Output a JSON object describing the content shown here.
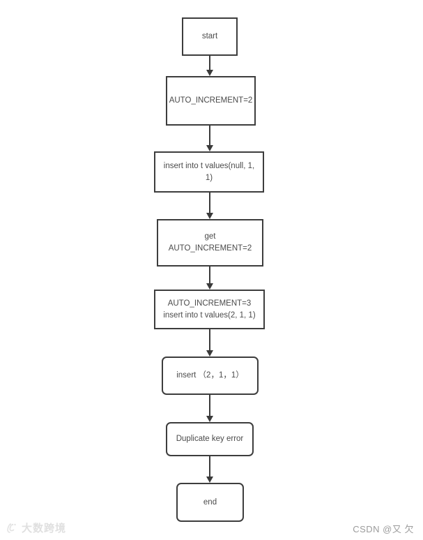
{
  "diagram": {
    "type": "flowchart",
    "direction": "top-down",
    "topic": "MySQL AUTO_INCREMENT duplicate key flow",
    "nodes": [
      {
        "id": "start",
        "label": "start",
        "shape": "rectangle"
      },
      {
        "id": "auto-increment-2",
        "label": "AUTO_INCREMENT=2",
        "shape": "rectangle"
      },
      {
        "id": "insert-null",
        "label": "insert into t values(null, 1, 1)",
        "shape": "rectangle"
      },
      {
        "id": "get-auto-increment-2",
        "label": "get AUTO_INCREMENT=2",
        "shape": "rectangle"
      },
      {
        "id": "auto-increment-3",
        "label": "AUTO_INCREMENT=3\ninsert into t values(2, 1, 1)",
        "shape": "rectangle"
      },
      {
        "id": "insert-2-1-1",
        "label": "insert （2，1，1）",
        "shape": "rounded-rectangle"
      },
      {
        "id": "duplicate-key-error",
        "label": "Duplicate key error",
        "shape": "rounded-rectangle"
      },
      {
        "id": "end",
        "label": "end",
        "shape": "rounded-rectangle"
      }
    ],
    "edges": [
      {
        "from": "start",
        "to": "auto-increment-2"
      },
      {
        "from": "auto-increment-2",
        "to": "insert-null"
      },
      {
        "from": "insert-null",
        "to": "get-auto-increment-2"
      },
      {
        "from": "get-auto-increment-2",
        "to": "auto-increment-3"
      },
      {
        "from": "auto-increment-3",
        "to": "insert-2-1-1"
      },
      {
        "from": "insert-2-1-1",
        "to": "duplicate-key-error"
      },
      {
        "from": "duplicate-key-error",
        "to": "end"
      }
    ]
  },
  "watermarks": {
    "bottom_left_text": "大数跨境",
    "bottom_right_text": "CSDN @又 欠"
  },
  "colors": {
    "background": "#ffffff",
    "node_border": "#3d3d3d",
    "node_text": "#4a4a4a",
    "arrow": "#3a3a3a",
    "watermark_left": "#e0e0e0",
    "watermark_right": "#9b9b9b"
  }
}
